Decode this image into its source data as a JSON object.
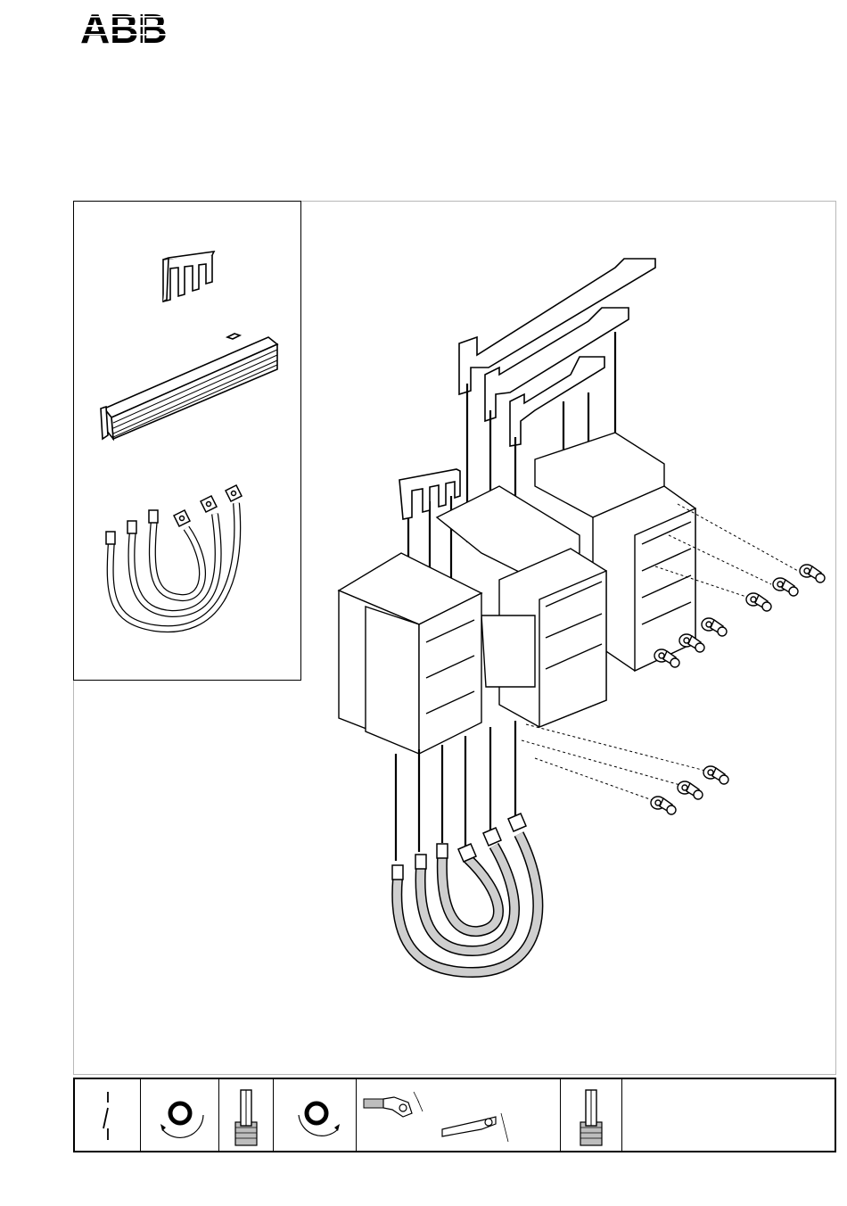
{
  "brand": {
    "logo_text": "ABB"
  },
  "diagram": {
    "kit_panel_items": [
      "bridge-connector",
      "busbar-stack",
      "connection-cables"
    ],
    "assembly_parts": [
      "busbars",
      "contactors",
      "cables",
      "screws"
    ]
  },
  "footer_cells": [
    "switch-off",
    "rotate-right",
    "terminal",
    "rotate-left",
    "cable-lug",
    "terminal",
    "blank"
  ]
}
